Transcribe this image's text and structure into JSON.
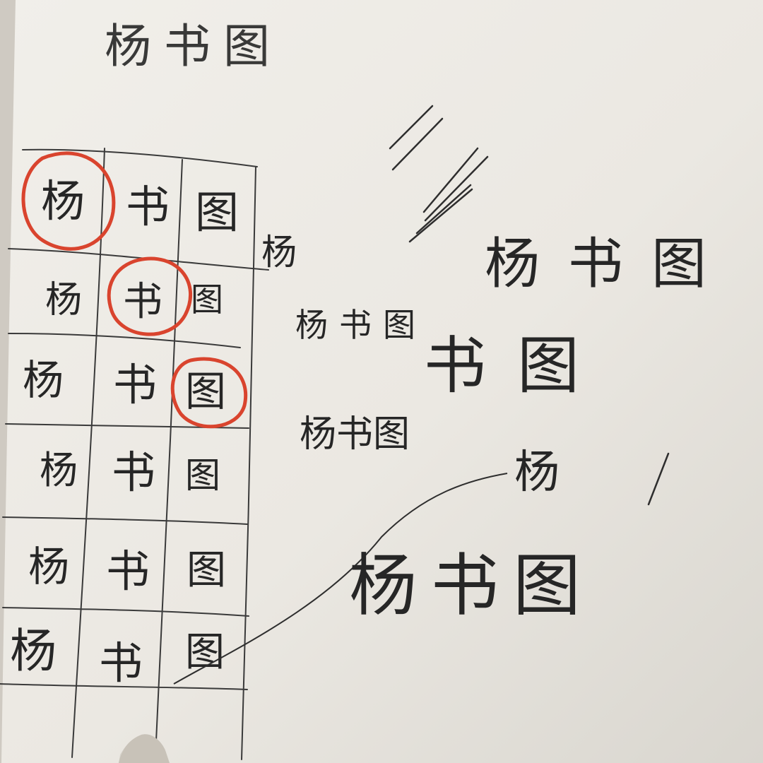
{
  "photo": {
    "subject": "handwritten-practice-sheet",
    "colors": {
      "paper": "#eeece7",
      "paper_shadow": "#d6d3cc",
      "ink": "#262626",
      "pencil": "#3a3a3a",
      "circle": "#d9442e"
    }
  },
  "header": {
    "text": "杨书图"
  },
  "grid": {
    "rows": [
      [
        "杨",
        "书",
        "图"
      ],
      [
        "杨",
        "书",
        "图"
      ],
      [
        "杨",
        "书",
        "图"
      ],
      [
        "杨",
        "书",
        "图"
      ],
      [
        "杨",
        "书",
        "图"
      ],
      [
        "杨",
        "书",
        "图"
      ]
    ]
  },
  "scribbles": [
    {
      "text": "杨"
    },
    {
      "text": "杨书图"
    },
    {
      "text": "杨书图"
    },
    {
      "text": "书图"
    },
    {
      "text": "杨"
    },
    {
      "text": "杨书图"
    },
    {
      "text": "杨书图"
    }
  ]
}
